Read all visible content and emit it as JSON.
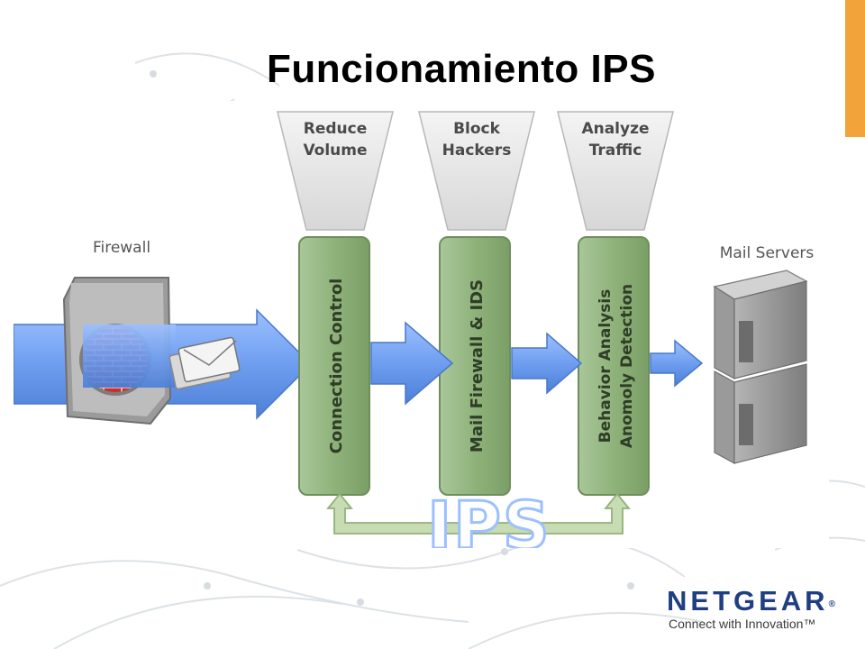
{
  "slide": {
    "title": "Funcionamiento IPS",
    "accent_color": "#f2a33a"
  },
  "diagram": {
    "firewall_label": "Firewall",
    "mail_servers_label": "Mail Servers",
    "funnels": [
      {
        "line1": "Reduce",
        "line2": "Volume"
      },
      {
        "line1": "Block",
        "line2": "Hackers"
      },
      {
        "line1": "Analyze",
        "line2": "Traffic"
      }
    ],
    "stages": [
      {
        "line1": "Connection Control",
        "line2": ""
      },
      {
        "line1": "Mail Firewall & IDS",
        "line2": ""
      },
      {
        "line1": "Behavior Analysis",
        "line2": "Anomoly Detection"
      }
    ],
    "ips_label": "IPS",
    "colors": {
      "arrow_blue": "#6f9ef0",
      "stage_green": "#8fb27a",
      "feedback_green": "#c7dcb2",
      "funnel_grey": "#e6e6e6",
      "firewall_brick": "#c9302c",
      "server_grey": "#8c8c8c"
    }
  },
  "logo": {
    "brand": "NETGEAR",
    "trademark": "®",
    "tagline": "Connect with Innovation™",
    "color": "#1f3f80"
  }
}
